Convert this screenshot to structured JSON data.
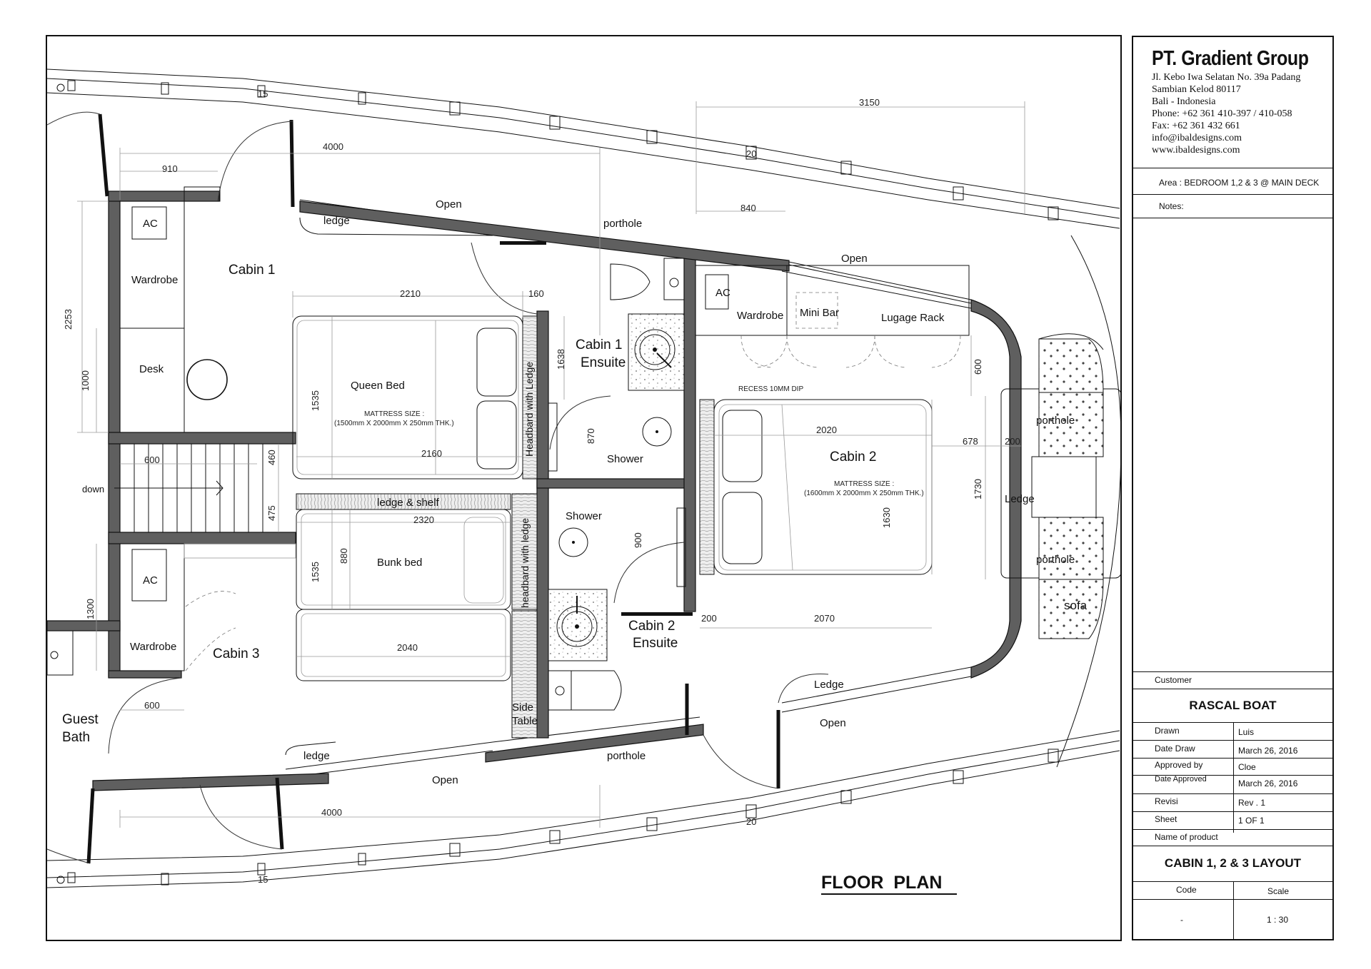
{
  "title_block": {
    "company": "PT. Gradient Group",
    "address_lines": [
      "Jl. Kebo Iwa Selatan No. 39a Padang",
      "Sambian Kelod 80117",
      "Bali - Indonesia",
      "Phone: +62 361 410-397 / 410-058",
      "Fax: +62 361 432 661",
      "info@ibaldesigns.com",
      "www.ibaldesigns.com"
    ],
    "area": "Area :  BEDROOM 1,2 & 3 @ MAIN DECK",
    "notes_label": "Notes:",
    "customer_label": "Customer",
    "customer": "RASCAL BOAT",
    "fields": [
      {
        "label": "Drawn",
        "value": "Luis"
      },
      {
        "label": "Date Draw",
        "value": "March 26, 2016"
      },
      {
        "label": "Approved by",
        "value": "Cloe"
      },
      {
        "label": "Date Approved",
        "value": "March 26, 2016"
      },
      {
        "label": "Revisi",
        "value": "Rev . 1"
      },
      {
        "label": "Sheet",
        "value": "1 OF 1"
      }
    ],
    "product_label": "Name of product",
    "product": "CABIN 1, 2 & 3 LAYOUT",
    "code_label": "Code",
    "scale_label": "Scale",
    "code": "-",
    "scale": "1 : 30"
  },
  "plan": {
    "heading": "FLOOR  PLAN",
    "rooms": {
      "cabin1": "Cabin 1",
      "cabin1_ensuite_1": "Cabin 1",
      "cabin1_ensuite_2": "Ensuite",
      "cabin2": "Cabin 2",
      "cabin2_ensuite_1": "Cabin 2",
      "cabin2_ensuite_2": "Ensuite",
      "cabin3": "Cabin 3",
      "guest_bath_1": "Guest",
      "guest_bath_2": "Bath"
    },
    "furniture": {
      "ac_top": "AC",
      "wardrobe_top": "Wardrobe",
      "desk": "Desk",
      "ac_bottom": "AC",
      "wardrobe_bottom": "Wardrobe",
      "queen_bed": "Queen Bed",
      "mattress_size": "MATTRESS SIZE :",
      "queen_mattress": "(1500mm X 2000mm X 250mm THK.)",
      "cabin2_mattress": "(1600mm X 2000mm X 250mm THK.)",
      "headboard_ledge_1": "Headbard with Ledge",
      "headboard_ledge_2": "headbard with ledge",
      "ledge_shelf": "ledge & shelf",
      "bunk_bed": "Bunk bed",
      "shower_1": "Shower",
      "shower_2": "Shower",
      "ac_cabin2": "AC",
      "wardrobe_cabin2": "Wardrobe",
      "mini_bar": "Mini Bar",
      "lugage_rack": "Lugage Rack",
      "recess": "RECESS 10MM DIP",
      "side_table_1": "Side",
      "side_table_2": "Table",
      "sofa": "sofa",
      "down": "down"
    },
    "openings": {
      "open_1": "Open",
      "open_2": "Open",
      "open_3": "Open",
      "open_4": "Open",
      "ledge_1": "ledge",
      "ledge_2": "ledge",
      "ledge_3": "Ledge",
      "ledge_4": "Ledge",
      "porthole_1": "porthole",
      "porthole_2": "porthole",
      "porthole_3": "porthole",
      "porthole_4": "porthole"
    },
    "dimensions": {
      "d3150": "3150",
      "d4000_top": "4000",
      "d910": "910",
      "d840": "840",
      "d2210": "2210",
      "d160": "160",
      "d2253": "2253",
      "d1000": "1000",
      "d1638": "1638",
      "d1535_a": "1535",
      "d2160": "2160",
      "d870": "870",
      "d600_a": "600",
      "d460": "460",
      "d475": "475",
      "d2320": "2320",
      "d880": "880",
      "d1535_b": "1535",
      "d900": "900",
      "d2040": "2040",
      "d1300": "1300",
      "d600_b": "600",
      "d4000_bottom": "4000",
      "d2020": "2020",
      "d600_c": "600",
      "d678": "678",
      "d200_a": "200",
      "d1730": "1730",
      "d1630": "1630",
      "d200_b": "200",
      "d2070": "2070",
      "d20_a": "20",
      "d20_b": "20",
      "d15_a": "15",
      "d15_b": "15"
    }
  }
}
